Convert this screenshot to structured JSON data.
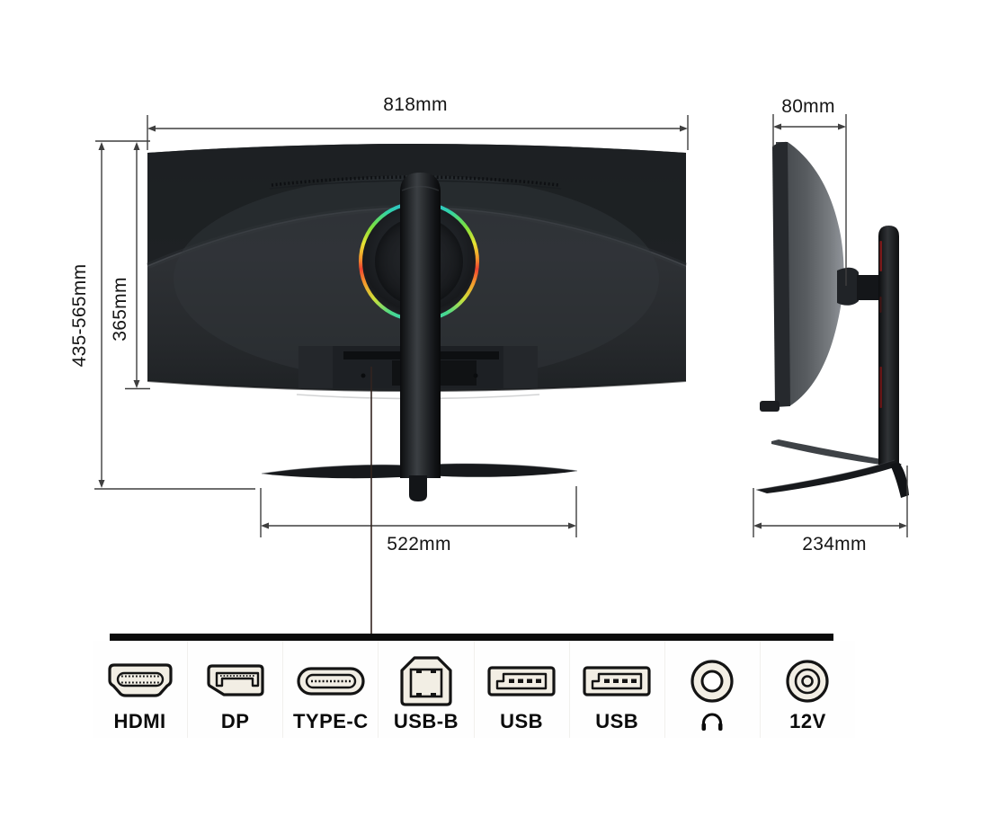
{
  "title": "curved-monitor-dimensions-diagram",
  "back_view": {
    "width_label": "818mm",
    "stand_height_range_label": "435-565mm",
    "panel_height_label": "365mm",
    "base_width_label": "522mm"
  },
  "side_view": {
    "depth_label": "80mm",
    "base_depth_label": "234mm"
  },
  "ports": {
    "items": [
      {
        "name": "hdmi-port",
        "icon": "hdmi-port-icon",
        "label": "HDMI"
      },
      {
        "name": "displayport-port",
        "icon": "displayport-port-icon",
        "label": "DP"
      },
      {
        "name": "usb-c-port",
        "icon": "usb-c-port-icon",
        "label": "TYPE-C"
      },
      {
        "name": "usb-b-port",
        "icon": "usb-b-port-icon",
        "label": "USB-B"
      },
      {
        "name": "usb-a-port-1",
        "icon": "usb-a-port-icon",
        "label": "USB"
      },
      {
        "name": "usb-a-port-2",
        "icon": "usb-a-port-icon",
        "label": "USB"
      },
      {
        "name": "headphone-jack",
        "icon": "headphone-jack-icon",
        "label_icon": "headphone-icon",
        "label": ""
      },
      {
        "name": "dc-power-port",
        "icon": "dc-power-icon",
        "label": "12V"
      }
    ]
  },
  "colors": {
    "background": "#ffffff",
    "monitor_body": "#2b2e31",
    "stand": "#121417",
    "port_icon_fill": "#f2eee4",
    "port_icon_stroke": "#141414",
    "ports_bar": "#0b0b0b",
    "dimension_line": "#3f3f3f",
    "label_text": "#161616",
    "rgb_ring": [
      "#2fb1f0",
      "#7ee03c",
      "#e6e433",
      "#f59a2c",
      "#ef4430",
      "#2fc9d8"
    ]
  }
}
